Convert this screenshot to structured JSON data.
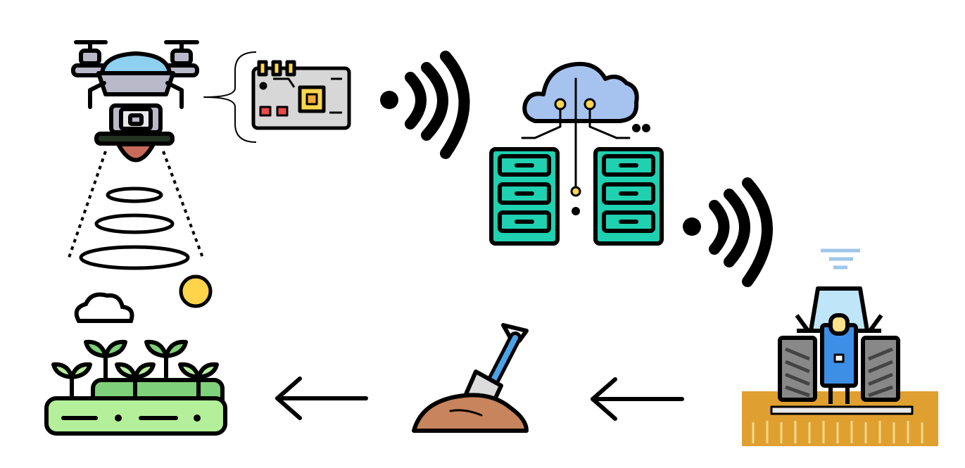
{
  "diagram": {
    "nodes": [
      {
        "id": "drone",
        "icon": "drone-icon"
      },
      {
        "id": "circuit-board",
        "icon": "circuit-board-icon"
      },
      {
        "id": "cloud-server",
        "icon": "cloud-server-icon"
      },
      {
        "id": "tractor",
        "icon": "tractor-icon"
      },
      {
        "id": "soil-shovel",
        "icon": "shovel-soil-icon"
      },
      {
        "id": "crop-field",
        "icon": "crop-field-icon"
      }
    ],
    "connections": [
      {
        "from": "circuit-board",
        "to": "cloud-server",
        "type": "wireless-signal"
      },
      {
        "from": "cloud-server",
        "to": "tractor",
        "type": "wireless-signal"
      },
      {
        "from": "tractor",
        "to": "soil-shovel",
        "type": "arrow"
      },
      {
        "from": "soil-shovel",
        "to": "crop-field",
        "type": "arrow"
      }
    ],
    "colors": {
      "outline": "#000000",
      "drone_body": "#b9b9c9",
      "drone_dome": "#8ed0f0",
      "board": "#d7d7d7",
      "chip": "#ffd64d",
      "cloud": "#a6c3f0",
      "server": "#1fd1b0",
      "tractor_body": "#3d8fe6",
      "tractor_wheel": "#888888",
      "soil": "#e0a030",
      "dirt": "#c8845c",
      "shovel_blade": "#dcdcdc",
      "plant": "#7fd07a",
      "field": "#b4ef9a",
      "sun": "#ffd34a"
    }
  }
}
